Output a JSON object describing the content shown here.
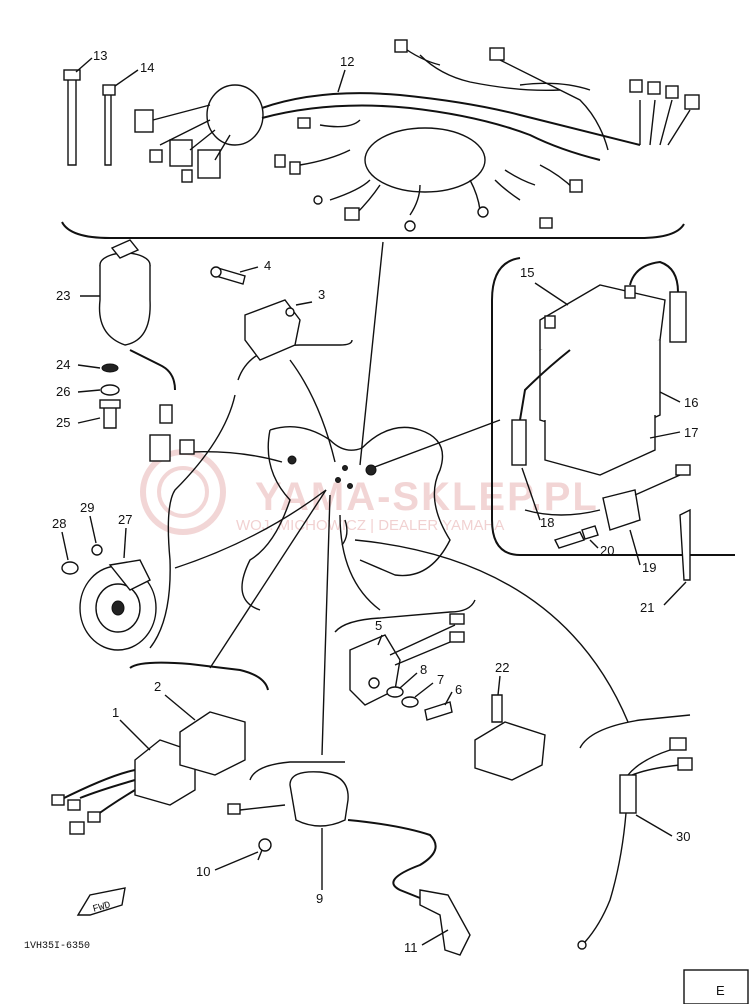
{
  "diagram": {
    "part_numbers": [
      "1",
      "2",
      "3",
      "4",
      "5",
      "6",
      "7",
      "8",
      "9",
      "10",
      "11",
      "12",
      "13",
      "14",
      "15",
      "16",
      "17",
      "18",
      "19",
      "20",
      "21",
      "22",
      "23",
      "24",
      "25",
      "26",
      "27",
      "28",
      "29",
      "30"
    ],
    "drawing_code": "1VH35I-6350",
    "direction_label": "FWD",
    "corner_letter": "E",
    "watermark": {
      "title": "YAMA-SKLEP.PL",
      "subtitle": "WOJ. MICHOWICZ | DEALER YAMAHA"
    },
    "colors": {
      "line": "#111111",
      "watermark": "#e8b4b4"
    }
  }
}
